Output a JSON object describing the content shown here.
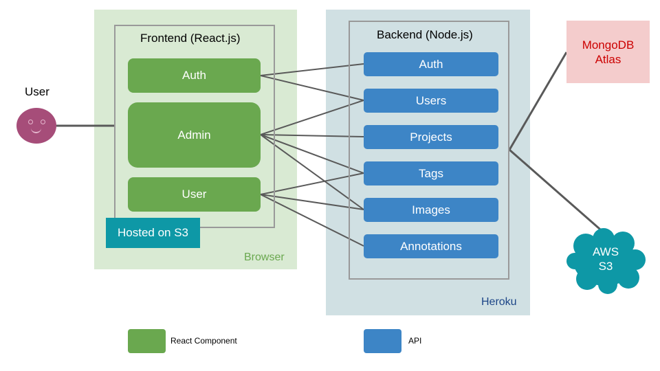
{
  "regions": {
    "browser": "Browser",
    "heroku": "Heroku"
  },
  "frontend": {
    "title": "Frontend (React.js)",
    "components": [
      "Auth",
      "Admin",
      "User"
    ],
    "hosting": "Hosted on S3"
  },
  "backend": {
    "title": "Backend (Node.js)",
    "apis": [
      "Auth",
      "Users",
      "Projects",
      "Tags",
      "Images",
      "Annotations"
    ]
  },
  "user": {
    "label": "User",
    "icon": "smiley-face-icon"
  },
  "database": {
    "line1": "MongoDB",
    "line2": "Atlas"
  },
  "storage": {
    "line1": "AWS",
    "line2": "S3",
    "icon": "cloud-icon"
  },
  "connections": [
    {
      "from": "Auth",
      "to": "Auth"
    },
    {
      "from": "Auth",
      "to": "Users"
    },
    {
      "from": "Admin",
      "to": "Users"
    },
    {
      "from": "Admin",
      "to": "Projects"
    },
    {
      "from": "Admin",
      "to": "Tags"
    },
    {
      "from": "Admin",
      "to": "Images"
    },
    {
      "from": "User",
      "to": "Tags"
    },
    {
      "from": "User",
      "to": "Images"
    },
    {
      "from": "User",
      "to": "Annotations"
    }
  ],
  "legend": {
    "react": "React Component",
    "api": "API"
  },
  "colors": {
    "react_component": "#6aa84f",
    "api": "#3d85c6",
    "browser_bg": "#d9ead3",
    "heroku_bg": "#d0e0e3",
    "hosted_badge": "#0e98a6",
    "mongo_bg": "#f4cccc",
    "mongo_text": "#cc0000",
    "user_avatar": "#a64d79",
    "connector": "#595959"
  }
}
